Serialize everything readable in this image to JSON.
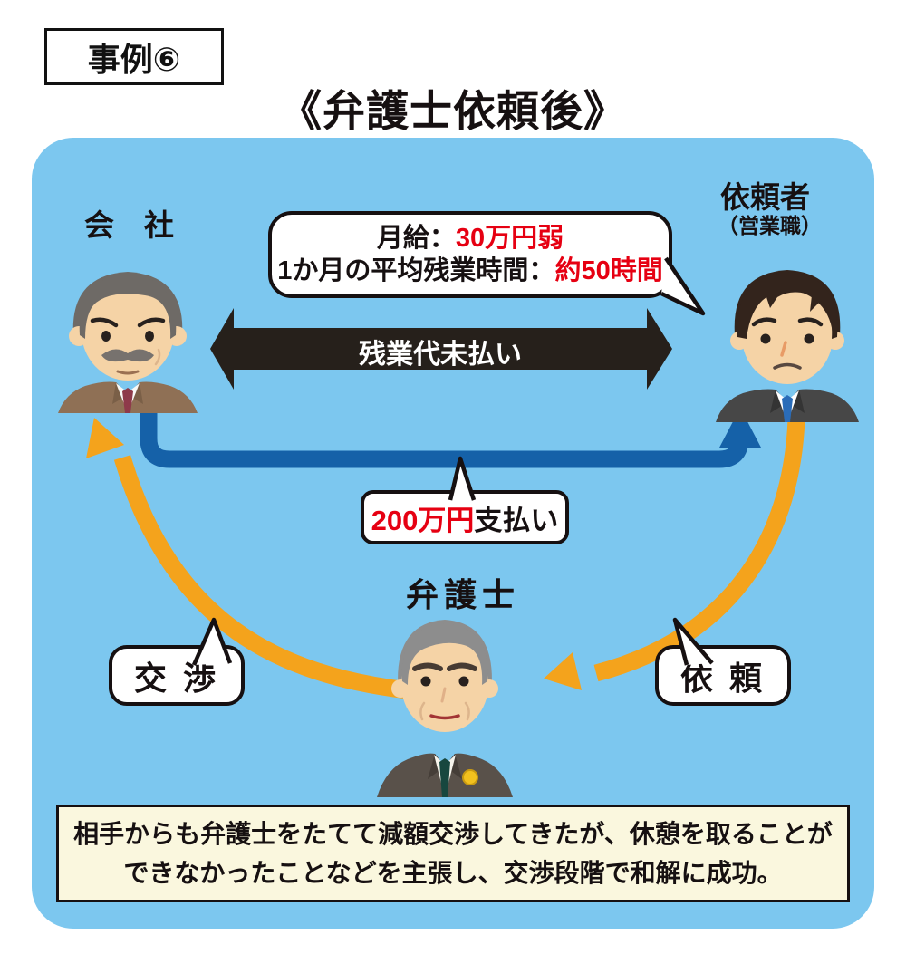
{
  "page": {
    "badge": "事例⑥",
    "title": "《弁護士依頼後》"
  },
  "actors": {
    "company": {
      "label": "会　社"
    },
    "client": {
      "label": "依頼者",
      "sublabel": "（営業職）"
    },
    "lawyer": {
      "label": "弁護士"
    }
  },
  "callouts": {
    "salary": {
      "line1_prefix": "月給：",
      "line1_value": "30万円弱",
      "line2_prefix": "1か月の平均残業時間：",
      "line2_value": "約50時間"
    },
    "unpaid": "残業代未払い",
    "payment": {
      "value": "200万円",
      "suffix": "支払い"
    },
    "negotiation": "交 渉",
    "request": "依 頼"
  },
  "summary": {
    "line1": "相手からも弁護士をたてて減額交渉してきたが、休憩を取ることが",
    "line2": "できなかったことなどを主張し、交渉段階で和解に成功。"
  },
  "colors": {
    "panel_bg": "#7CC7EF",
    "arrow_black": "#26201B",
    "arrow_blue": "#1561A8",
    "arrow_orange": "#F4A31C",
    "highlight_red": "#E60012",
    "summary_bg": "#FAF7DE",
    "outline_black": "#161011"
  }
}
